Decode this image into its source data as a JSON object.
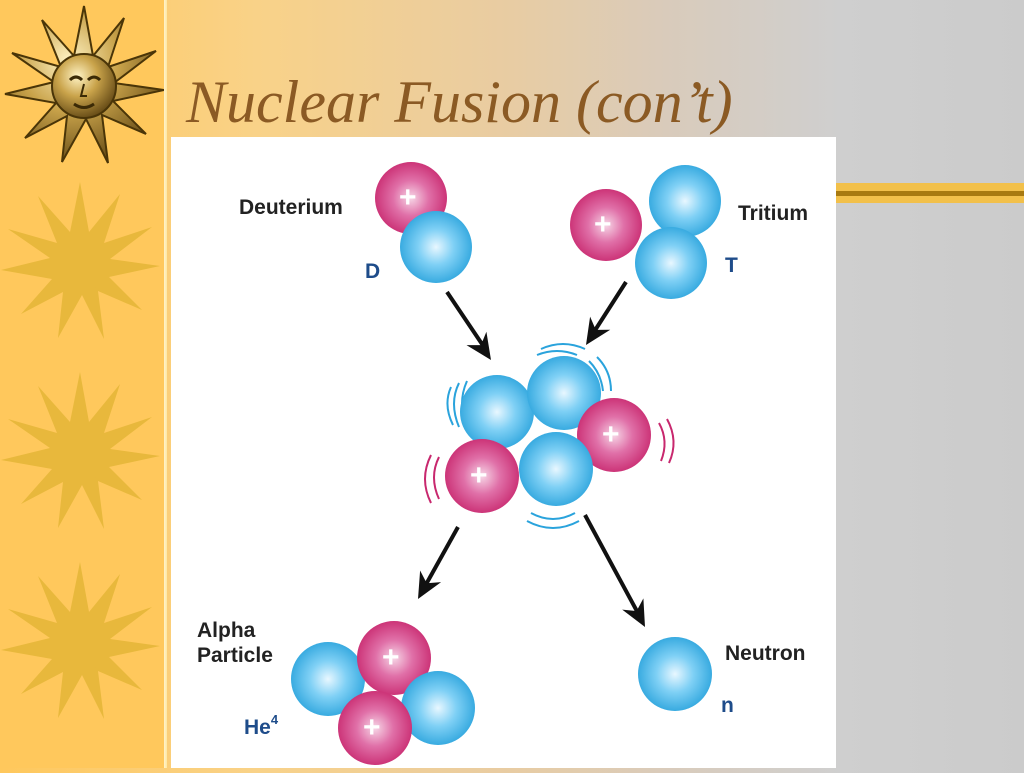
{
  "slide": {
    "title": "Nuclear Fusion (con’t)"
  },
  "decoration": {
    "sidebar_icons": [
      "sun-face-icon",
      "sun-icon",
      "sun-icon",
      "sun-icon"
    ],
    "accent_color": "#ffc85c",
    "title_color": "#8b5a24"
  },
  "diagram": {
    "proton_color": "#c8286e",
    "neutron_color": "#2aa3dc",
    "proton_mark": "+",
    "deuterium": {
      "label": "Deuterium",
      "symbol": "D"
    },
    "tritium": {
      "label": "Tritium",
      "symbol": "T"
    },
    "alpha": {
      "label_line1": "Alpha",
      "label_line2": "Particle",
      "symbol": "He",
      "superscript": "4"
    },
    "neutron": {
      "label": "Neutron",
      "symbol": "n"
    }
  }
}
